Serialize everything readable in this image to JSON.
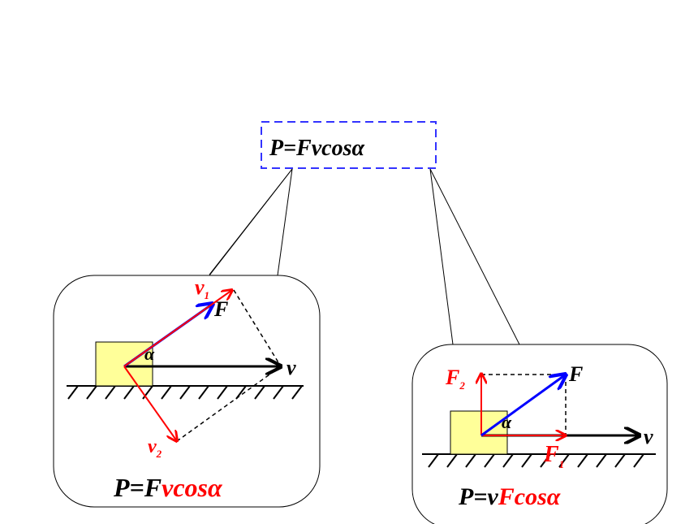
{
  "top_formula": {
    "text": "P=Fvcosα"
  },
  "left_panel": {
    "formula_prefix": "P=F",
    "formula_suffix": "vcosα",
    "labels": {
      "v1_main": "v",
      "v1_sub": "1",
      "f": "F",
      "alpha": "α",
      "v": "v",
      "v2_main": "v",
      "v2_sub": "2"
    }
  },
  "right_panel": {
    "formula_prefix": "P=v",
    "formula_suffix": "Fcosα",
    "labels": {
      "f2_main": "F",
      "f2_sub": "2",
      "f": "F",
      "alpha": "α",
      "v": "v",
      "f1_main": "F",
      "f1_sub": "1"
    }
  },
  "colors": {
    "black": "#000000",
    "red": "#ff0000",
    "blue": "#0000ff",
    "block": "#ffff99",
    "frame_dash": "#3333ff"
  }
}
